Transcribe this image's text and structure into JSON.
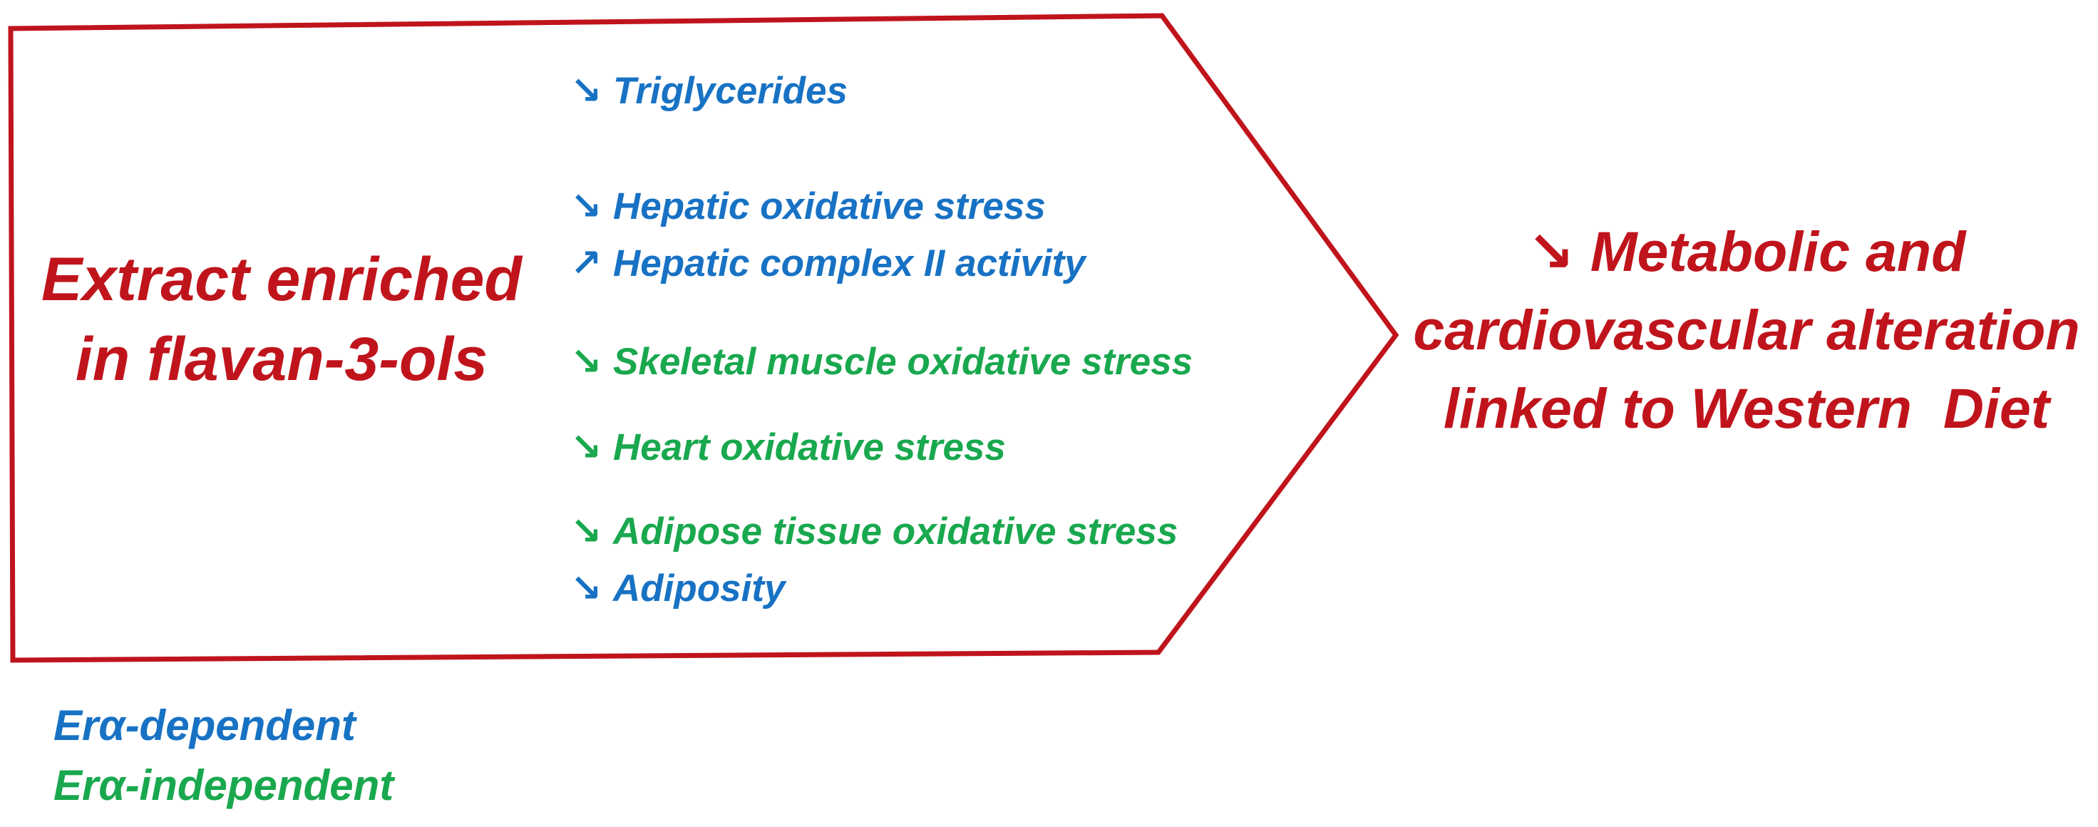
{
  "colors": {
    "frame": "#c0141c",
    "title_red": "#c0141c",
    "era_dependent_blue": "#1872c4",
    "era_independent_green": "#19a84e"
  },
  "source": {
    "line1": "Extract enriched",
    "line2": "in flavan-3-ols"
  },
  "effects": [
    {
      "direction": "decrease",
      "arrow": "↘",
      "text": "Triglycerides",
      "group": "dependent"
    },
    {
      "direction": "decrease",
      "arrow": "↘",
      "text": "Hepatic oxidative stress",
      "group": "dependent"
    },
    {
      "direction": "increase",
      "arrow": "↗",
      "text": "Hepatic complex II activity",
      "group": "dependent"
    },
    {
      "direction": "decrease",
      "arrow": "↘",
      "text": "Skeletal muscle oxidative stress",
      "group": "independent"
    },
    {
      "direction": "decrease",
      "arrow": "↘",
      "text": "Heart oxidative stress",
      "group": "independent"
    },
    {
      "direction": "decrease",
      "arrow": "↘",
      "text": "Adipose tissue oxidative stress",
      "group": "independent"
    },
    {
      "direction": "decrease",
      "arrow": "↘",
      "text": "Adiposity",
      "group": "dependent"
    }
  ],
  "outcome": {
    "arrow": "↘",
    "line1": "Metabolic and",
    "line2": "cardiovascular alteration",
    "line3": "linked to Western  Diet"
  },
  "legend": {
    "dependent": "Erα-dependent",
    "independent": "Erα-independent"
  }
}
